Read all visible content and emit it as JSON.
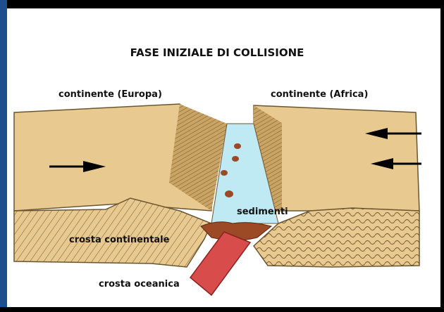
{
  "title": "FASE INIZIALE DI COLLISIONE",
  "labels": {
    "continent_left": "continente (Europa)",
    "continent_right": "continente (Africa)",
    "sediments": "sedimenti",
    "continental_crust": "crosta continentale",
    "oceanic_crust": "crosta oceanica"
  },
  "colors": {
    "land": "#e8c98f",
    "land_dark": "#c9a464",
    "sea": "#bfe9f3",
    "oceanic_plate": "#d94c4c",
    "sediment": "#9c4a25",
    "frame_blue": "#1d4e8e"
  },
  "icons": [
    "arrow-right-icon",
    "arrow-left-icon"
  ]
}
